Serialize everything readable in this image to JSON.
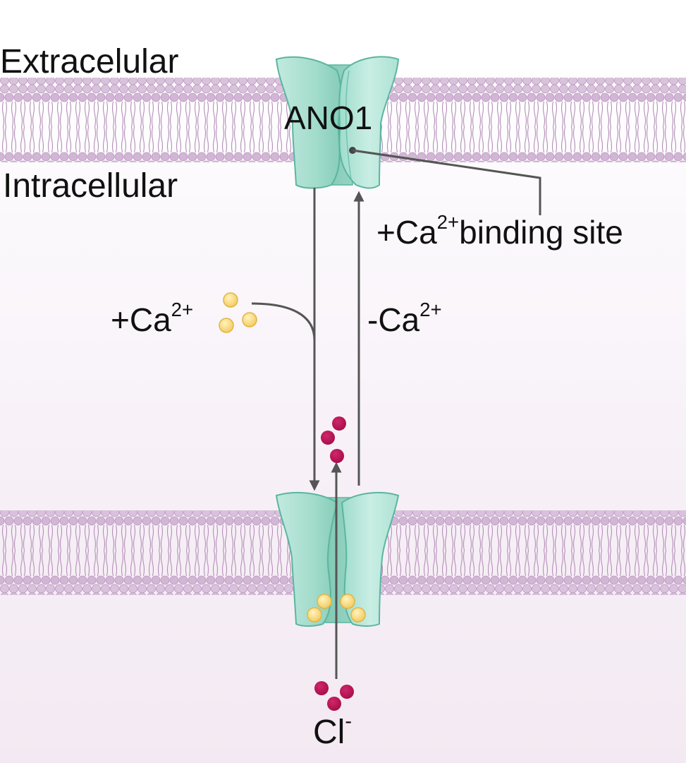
{
  "labels": {
    "extracellular": "Extracelular",
    "intracellular": "Intracellular",
    "channel": "ANO1",
    "binding_site_prefix": "+Ca",
    "binding_site_sup": "2+",
    "binding_site_suffix": "binding site",
    "add_ca_prefix": "+Ca",
    "add_ca_sup": "2+",
    "remove_ca_prefix": "-Ca",
    "remove_ca_sup": "2+",
    "chloride_prefix": "Cl",
    "chloride_sup": "-"
  },
  "colors": {
    "lipid_head": "#d7bdd9",
    "lipid_tail": "#b48fb8",
    "channel_fill": "#a9dfd0",
    "channel_stroke": "#5bb5a0",
    "arrow": "#555555",
    "calcium_ion": "#f7d46b",
    "chloride_ion": "#b5124f"
  }
}
